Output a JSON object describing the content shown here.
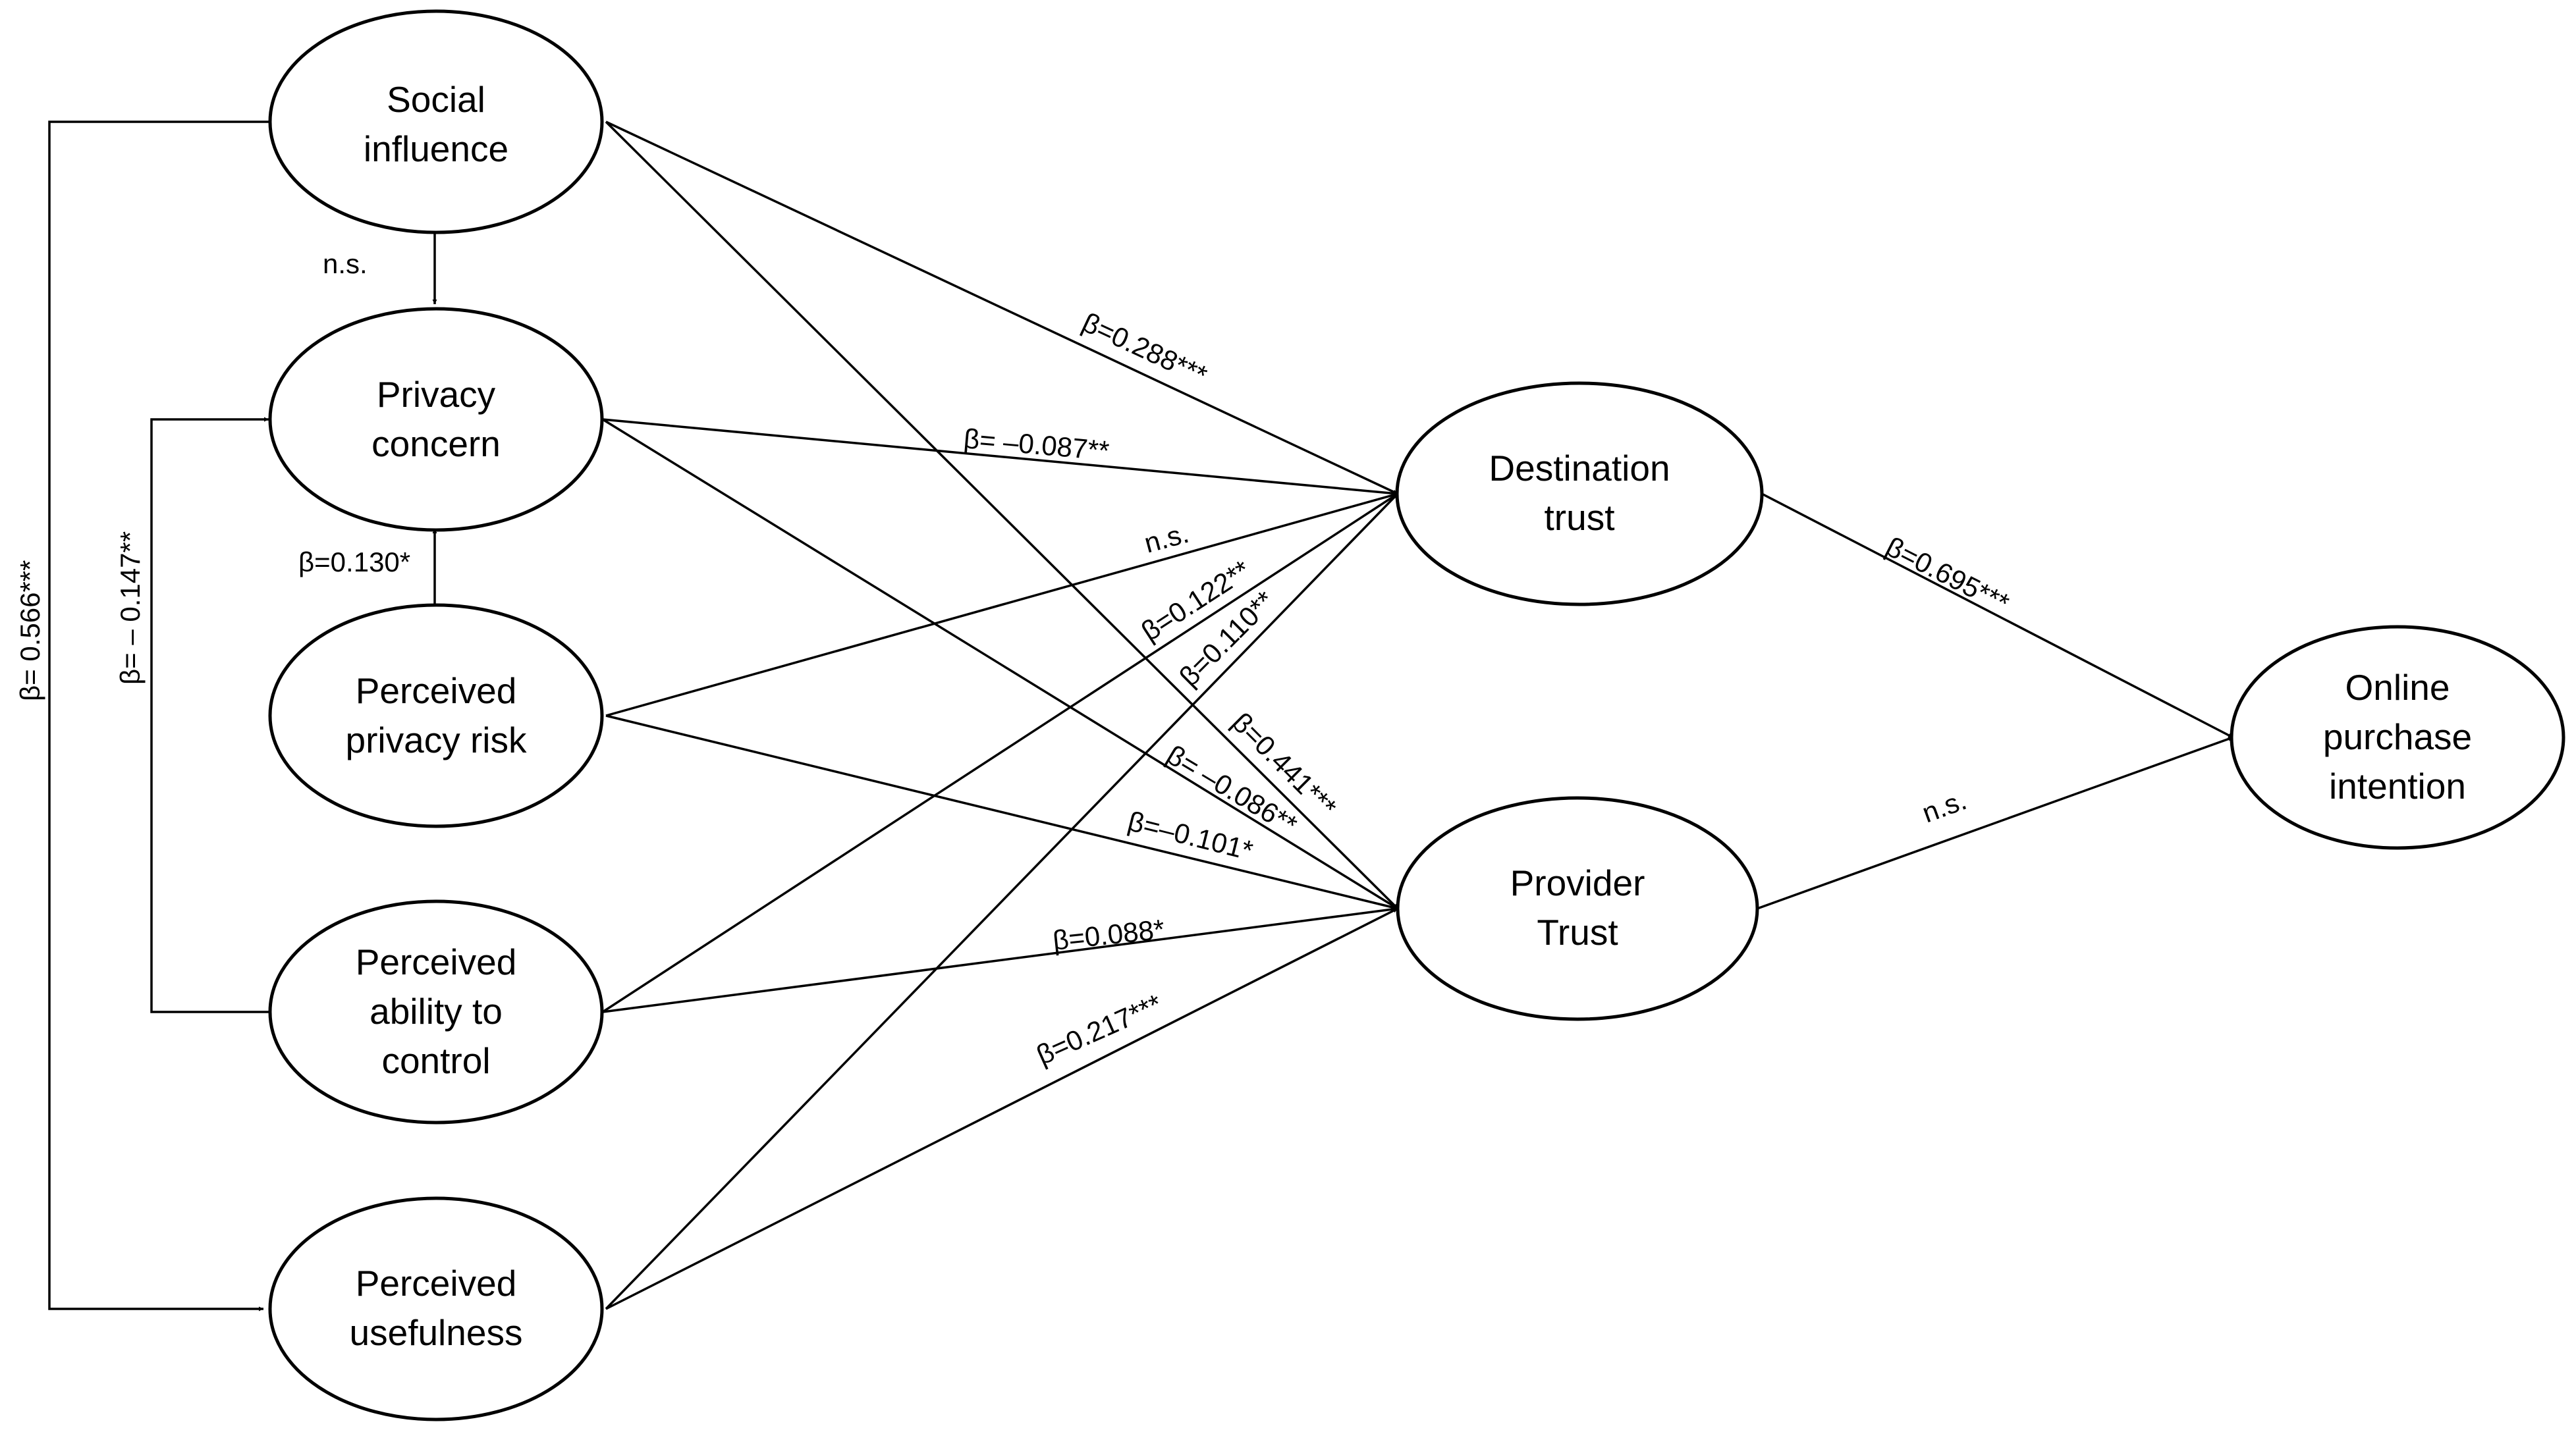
{
  "nodes": {
    "social_influence": [
      "Social",
      "influence"
    ],
    "privacy_concern": [
      "Privacy",
      "concern"
    ],
    "perceived_privacy_risk": [
      "Perceived",
      "privacy risk"
    ],
    "perceived_ability_to_control": [
      "Perceived",
      "ability to",
      "control"
    ],
    "perceived_usefulness": [
      "Perceived",
      "usefulness"
    ],
    "destination_trust": [
      "Destination",
      "trust"
    ],
    "provider_trust": [
      "Provider",
      "Trust"
    ],
    "online_purchase_intention": [
      "Online",
      "purchase",
      "intention"
    ]
  },
  "edges": {
    "si_to_pc": "n.s.",
    "ppr_to_pc": "β=0.130*",
    "pac_to_pc": "β= – 0.147**",
    "si_to_pu": "β= 0.566***",
    "si_to_dt": "β=0.288***",
    "pc_to_dt": "β= –0.087**",
    "ppr_to_dt": "n.s.",
    "pac_to_dt": "β=0.122**",
    "pu_to_dt": "β=0.110**",
    "si_to_pt": "β=0.441***",
    "pc_to_pt": "β= –0.086**",
    "ppr_to_pt": "β=–0.101*",
    "pac_to_pt": "β=0.088*",
    "pu_to_pt": "β=0.217***",
    "dt_to_opi": "β=0.695***",
    "pt_to_opi": "n.s."
  }
}
